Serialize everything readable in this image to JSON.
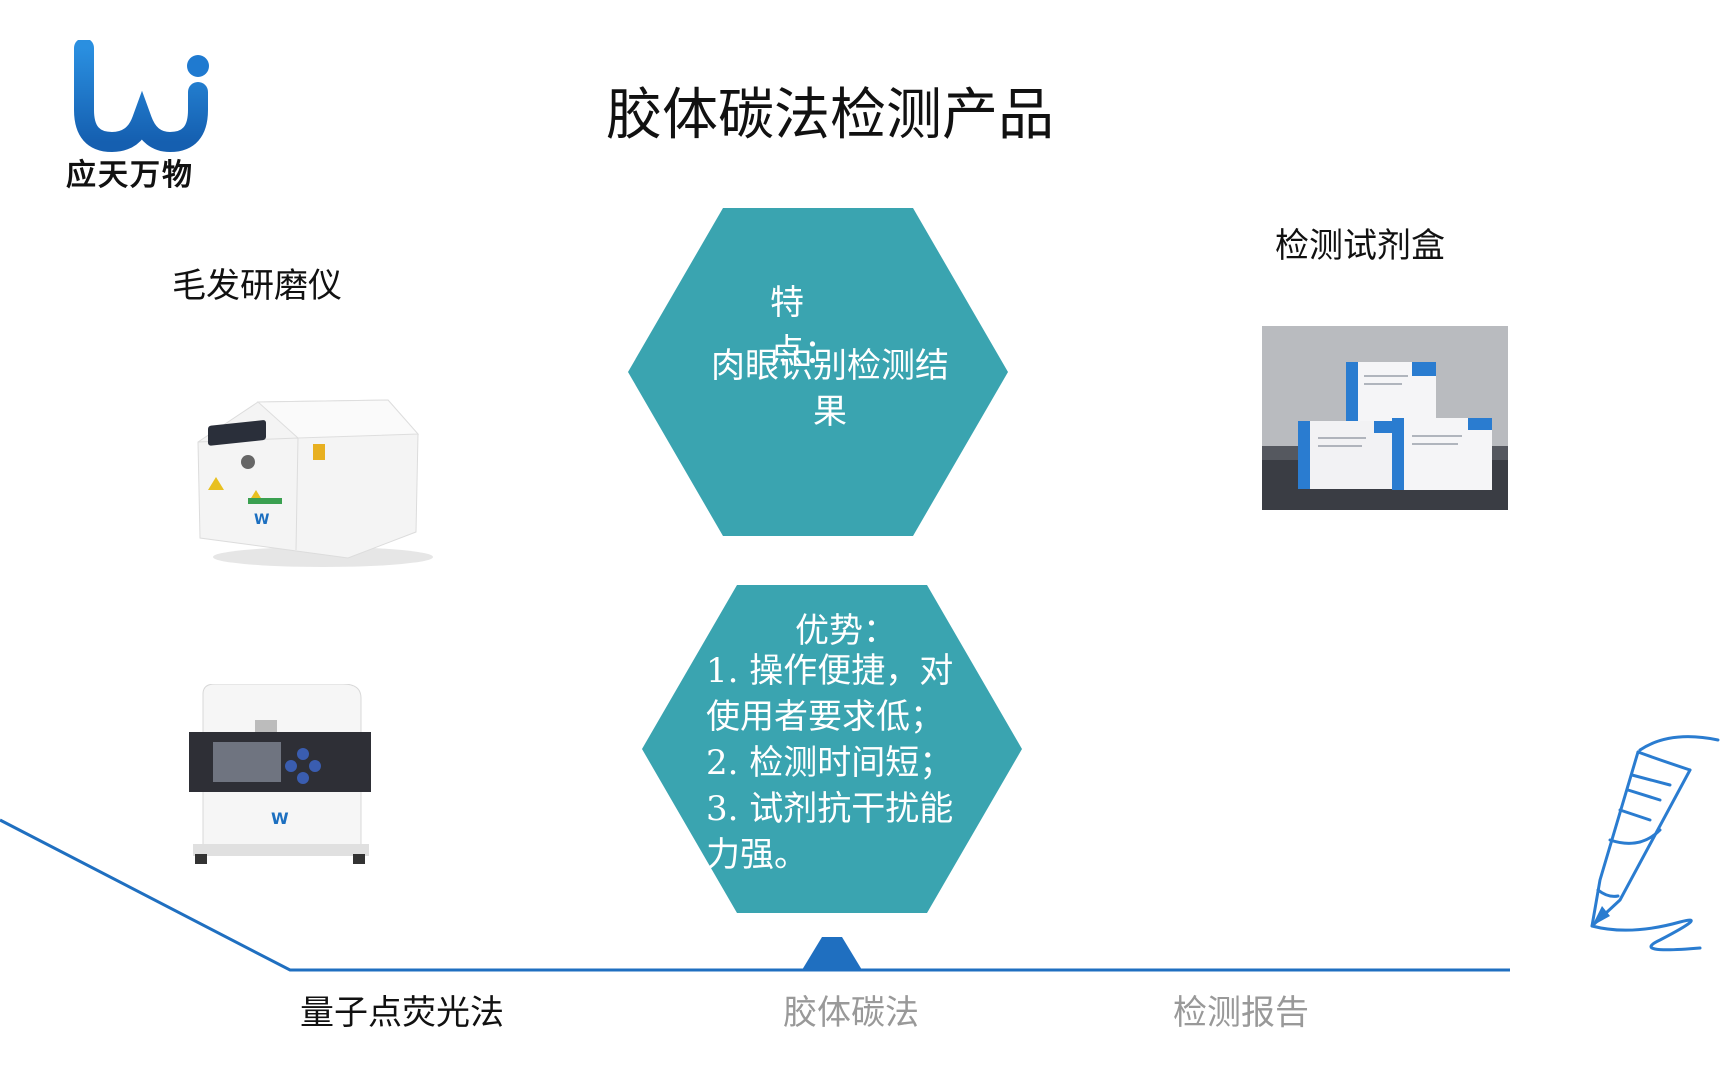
{
  "brand": {
    "name": "应天万物",
    "color": "#1c7cc9"
  },
  "slide": {
    "title": "胶体碳法检测产品"
  },
  "products": {
    "left_label": "毛发研磨仪",
    "right_label": "检测试剂盒"
  },
  "features": {
    "title": "特点：",
    "body": "肉眼识别检测结果"
  },
  "advantages": {
    "title": "优势：",
    "lines": [
      "1. 操作便捷，对",
      "使用者要求低；",
      "2. 检测时间短；",
      "3. 试剂抗干扰能",
      "力强。"
    ]
  },
  "tabs": [
    {
      "label": "量子点荧光法",
      "active": false
    },
    {
      "label": "胶体碳法",
      "active": true
    },
    {
      "label": "检测报告",
      "active": false
    }
  ],
  "colors": {
    "hexagon": "#3aa4b0",
    "accent_line": "#1f6fc0",
    "inactive_tab": "#999999"
  }
}
